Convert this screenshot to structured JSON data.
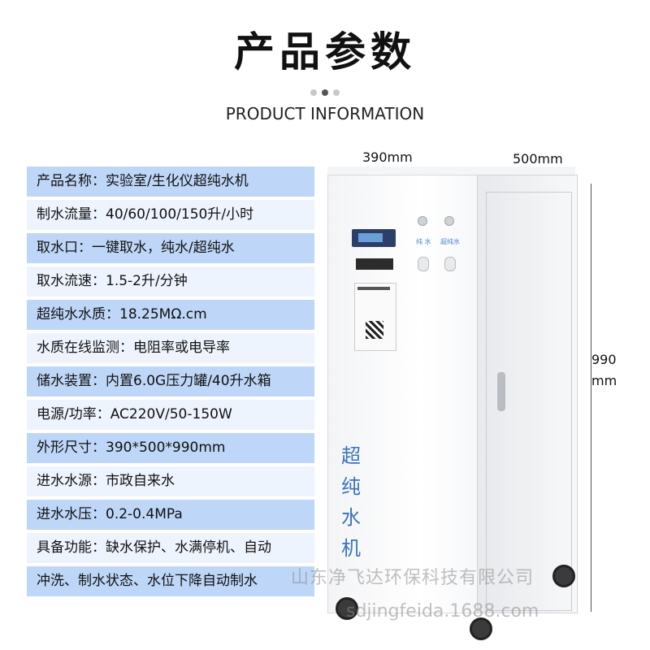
{
  "header": {
    "title": "产品参数",
    "subtitle": "PRODUCT INFORMATION"
  },
  "specs": [
    "产品名称：实验室/生化仪超纯水机",
    "制水流量：40/60/100/150升/小时",
    "取水口：一键取水，纯水/超纯水",
    "取水流速：1.5-2升/分钟",
    "超纯水水质：18.25MΩ.cm",
    "水质在线监测：电阻率或电导率",
    "储水装置：内置6.0G压力罐/40升水箱",
    "电源/功率：AC220V/50-150W",
    "外形尺寸：390*500*990mm",
    "进水水源：市政自来水",
    "进水水压：0.2-0.4MPa",
    "具备功能：缺水保护、水满停机、自动",
    "冲洗、制水状态、水位下降自动制水"
  ],
  "dimensions": {
    "width": "390mm",
    "depth": "500mm",
    "height_value": "990",
    "height_unit": "mm"
  },
  "machine": {
    "side_text": [
      "超",
      "纯",
      "水",
      "机"
    ],
    "tap_left_label": "纯 水",
    "tap_right_label": "超纯水"
  },
  "watermark": {
    "company": "山东净飞达环保科技有限公司",
    "url": "sdjingfeida.1688.com"
  }
}
